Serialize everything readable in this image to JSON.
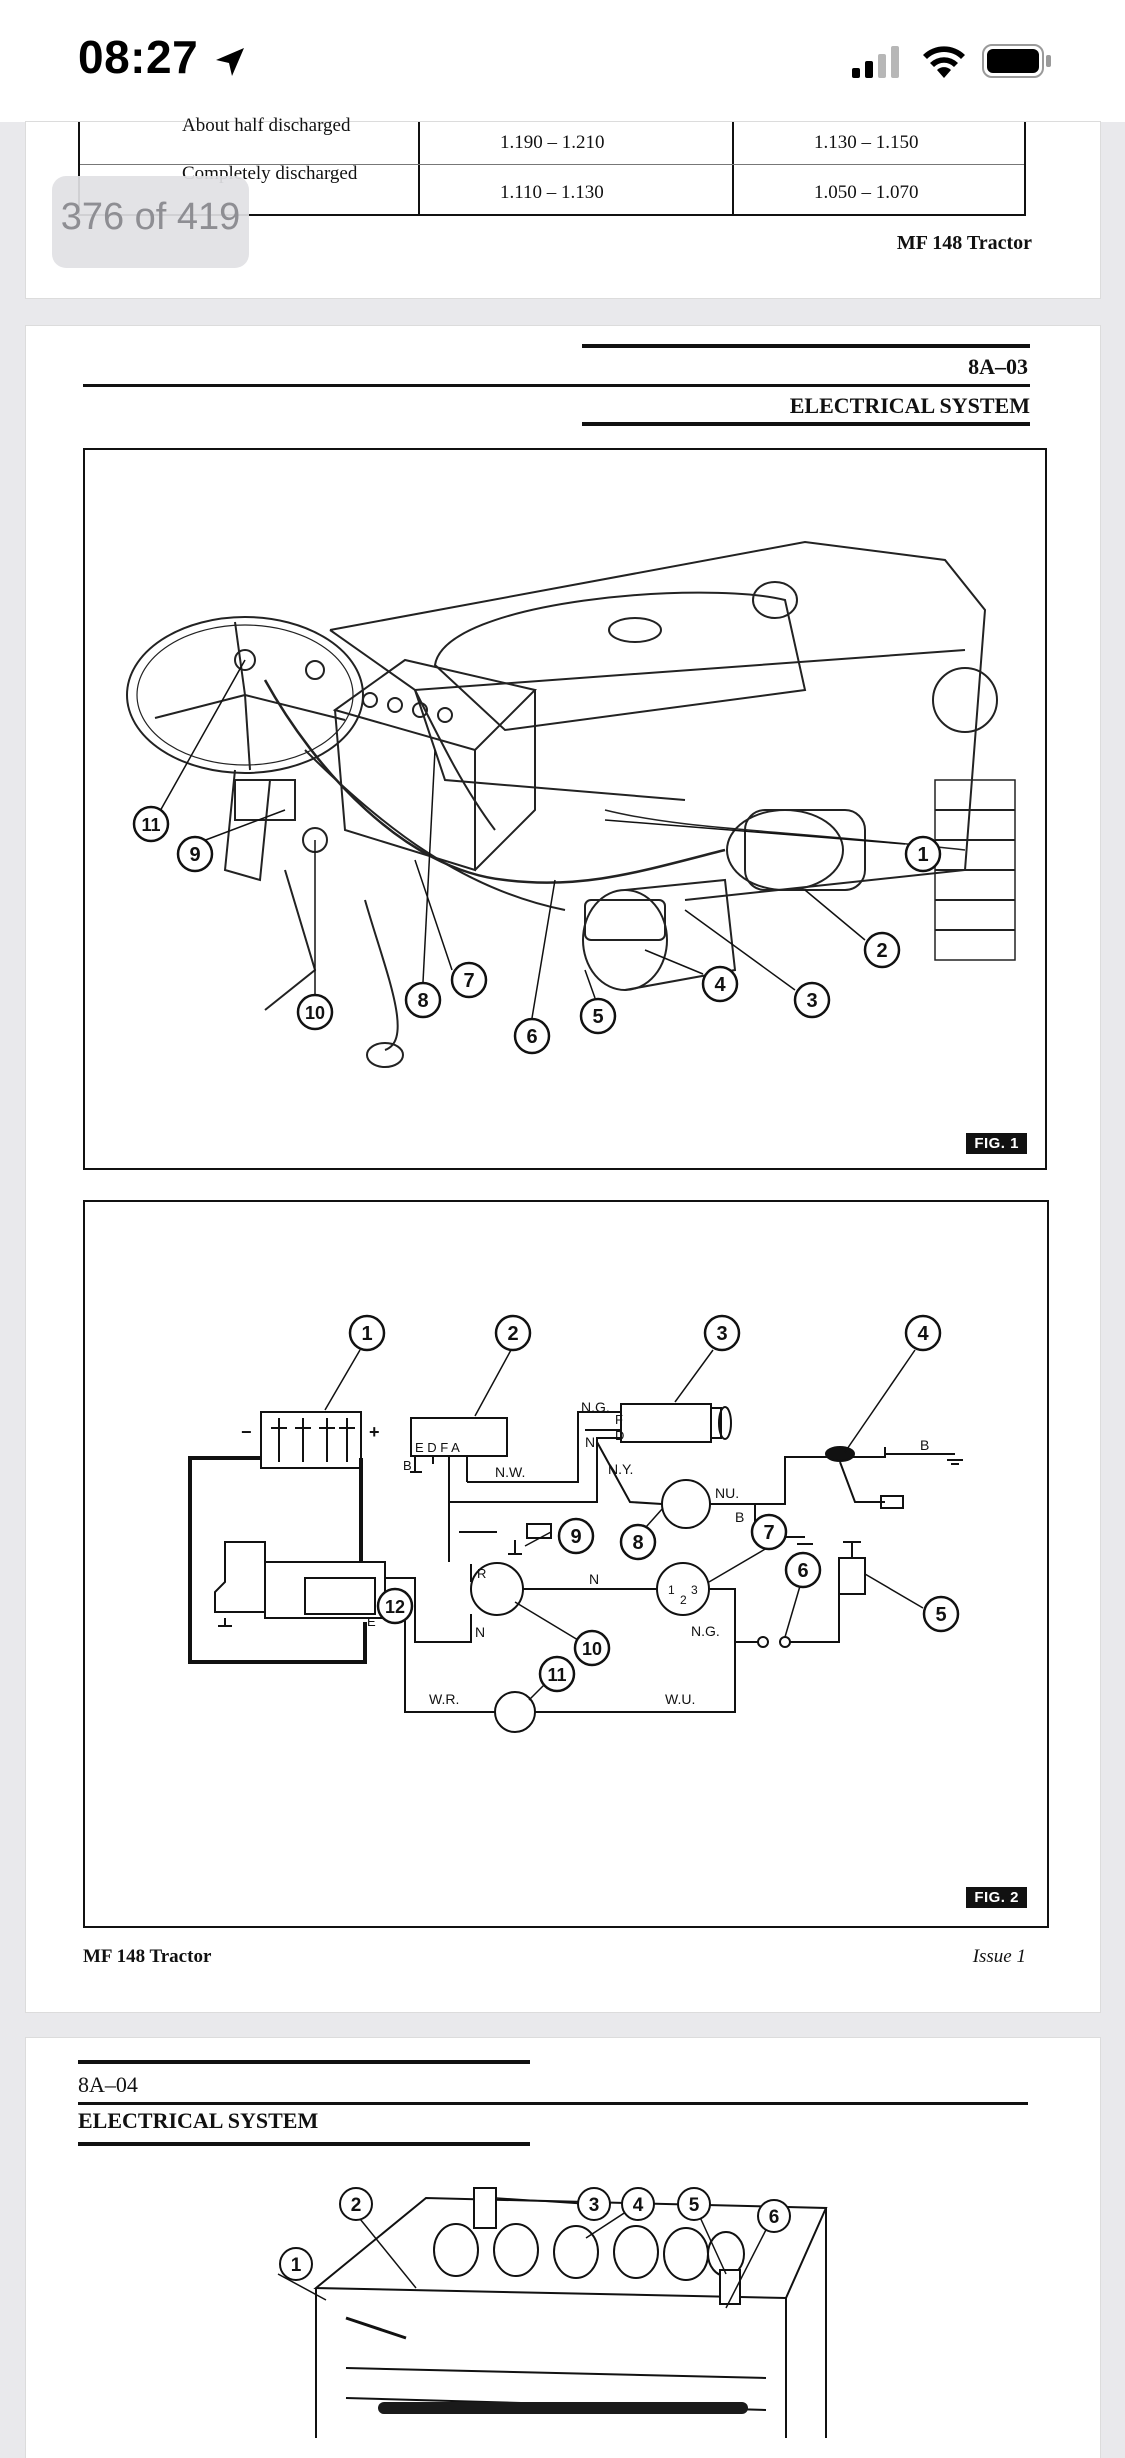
{
  "status_bar": {
    "time": "08:27"
  },
  "viewer": {
    "page_counter": "376 of 419"
  },
  "prev_page": {
    "table_rows": [
      {
        "state": "About half discharged",
        "col1": "1.190 – 1.210",
        "col2": "1.130 – 1.150"
      },
      {
        "state": "Completely discharged",
        "col1": "1.110 – 1.130",
        "col2": "1.050 – 1.070"
      }
    ],
    "footer": "MF 148 Tractor"
  },
  "page": {
    "code": "8A–03",
    "title": "ELECTRICAL SYSTEM",
    "fig1_label": "FIG. 1",
    "fig2_label": "FIG. 2",
    "footer_left": "MF 148 Tractor",
    "footer_right": "Issue 1",
    "fig1_callouts": [
      "1",
      "2",
      "3",
      "4",
      "5",
      "6",
      "7",
      "8",
      "9",
      "10",
      "11"
    ],
    "fig2_callouts": [
      "1",
      "2",
      "3",
      "4",
      "5",
      "6",
      "7",
      "8",
      "9",
      "10",
      "11",
      "12"
    ],
    "fig2_wire_labels": [
      "N.G.",
      "N",
      "N.W.",
      "N.Y.",
      "NU.",
      "B",
      "B",
      "N",
      "N",
      "N.G.",
      "W.R.",
      "W.U.",
      "E D F A",
      "B",
      "F",
      "D",
      "E",
      "R",
      "1",
      "2",
      "3"
    ]
  },
  "next_page": {
    "code": "8A–04",
    "title": "ELECTRICAL SYSTEM",
    "callouts": [
      "1",
      "2",
      "3",
      "4",
      "5",
      "6"
    ]
  }
}
